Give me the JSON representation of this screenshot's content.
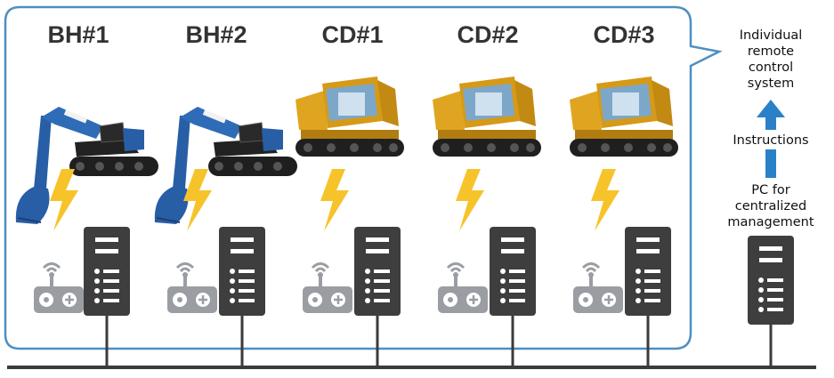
{
  "colors": {
    "callout_border": "#4d8fc2",
    "server_body": "#3e3e3e",
    "controller": "#9a9ea3",
    "bolt": "#f6c32a",
    "arrow": "#2a81c7",
    "network": "#3b3b3b",
    "excavator": "#275ea6",
    "dump_truck": "#e0a520"
  },
  "units": [
    {
      "label": "BH#1",
      "machine": "excavator-icon"
    },
    {
      "label": "BH#2",
      "machine": "excavator-icon"
    },
    {
      "label": "CD#1",
      "machine": "crawler-dump-icon"
    },
    {
      "label": "CD#2",
      "machine": "crawler-dump-icon"
    },
    {
      "label": "CD#3",
      "machine": "crawler-dump-icon"
    }
  ],
  "system_label": [
    "Individual",
    "remote",
    "control",
    "system"
  ],
  "instructions_label": "Instructions",
  "pc_label": [
    "PC for",
    "centralized",
    "management"
  ]
}
